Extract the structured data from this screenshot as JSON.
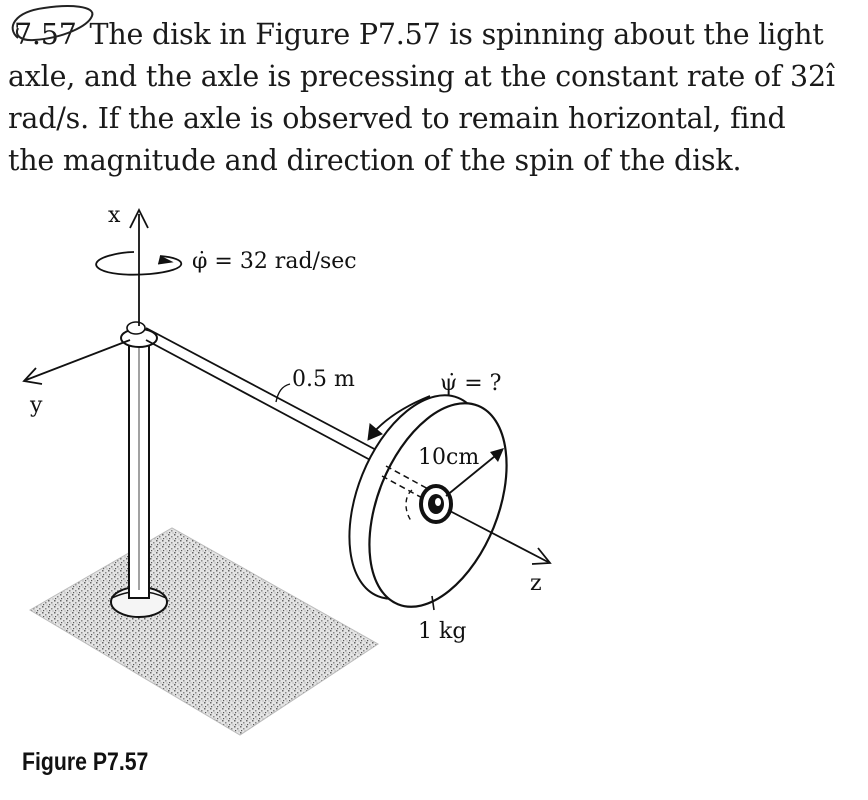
{
  "problem": {
    "number": "7.57",
    "line1": "The disk in Figure P7.57 is spinning about the light",
    "line2": "axle, and the axle is precessing at the constant rate of 32î",
    "line3": "rad/s. If the axle is observed to remain horizontal, find",
    "line4": "the magnitude and direction of the spin of the disk."
  },
  "figure": {
    "axis_x": "x",
    "axis_y": "y",
    "axis_z": "z",
    "phi_dot_label": "φ̇ = 32 rad/sec",
    "length_label": "0.5 m",
    "psi_dot_label": "ψ̇ = ?",
    "radius_label": "10cm",
    "mass_label": "1 kg",
    "caption": "Figure P7.57"
  }
}
